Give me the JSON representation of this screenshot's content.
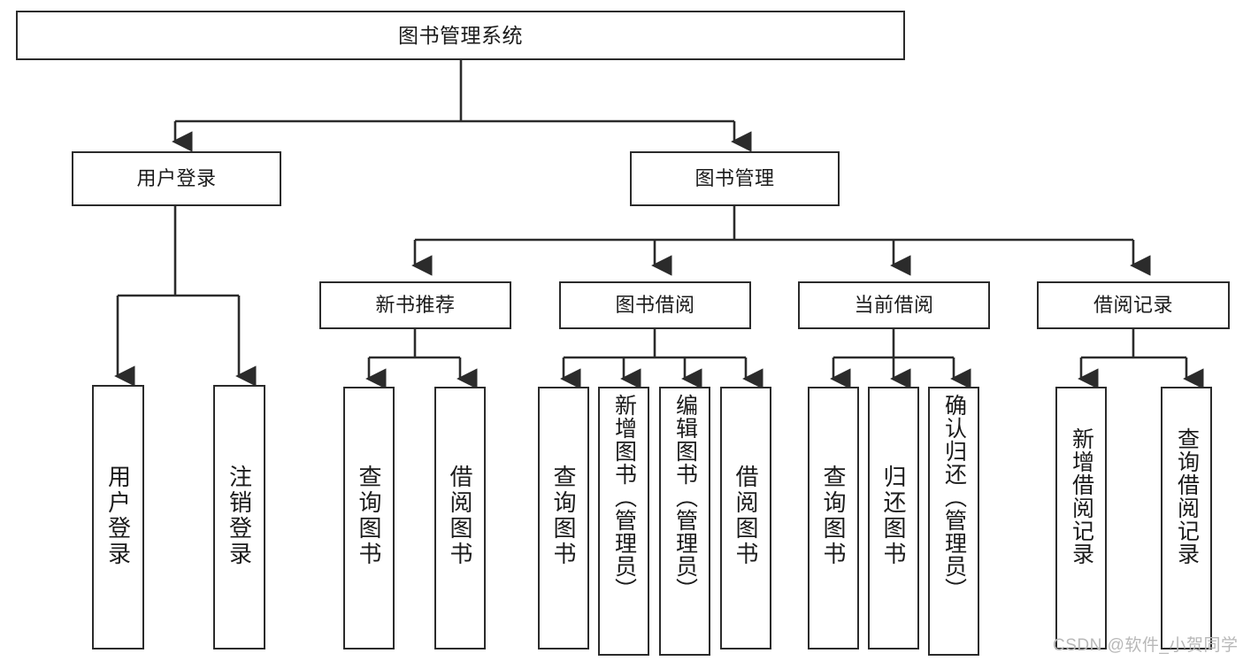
{
  "diagram": {
    "title": "图书管理系统",
    "type": "tree-hierarchy",
    "root": {
      "id": "root",
      "label": "图书管理系统"
    },
    "level2": [
      {
        "id": "user-login",
        "label": "用户登录"
      },
      {
        "id": "book-manage",
        "label": "图书管理"
      }
    ],
    "level3": [
      {
        "id": "new-book-rec",
        "label": "新书推荐",
        "parent": "book-manage"
      },
      {
        "id": "book-borrow",
        "label": "图书借阅",
        "parent": "book-manage"
      },
      {
        "id": "current-borrow",
        "label": "当前借阅",
        "parent": "book-manage"
      },
      {
        "id": "borrow-record",
        "label": "借阅记录",
        "parent": "book-manage"
      }
    ],
    "leaves": [
      {
        "id": "leaf-user-login",
        "label": "用户登录",
        "parent": "user-login"
      },
      {
        "id": "leaf-logout",
        "label": "注销登录",
        "parent": "user-login"
      },
      {
        "id": "leaf-query-book-1",
        "label": "查询图书",
        "parent": "new-book-rec"
      },
      {
        "id": "leaf-borrow-book-1",
        "label": "借阅图书",
        "parent": "new-book-rec"
      },
      {
        "id": "leaf-query-book-2",
        "label": "查询图书",
        "parent": "book-borrow"
      },
      {
        "id": "leaf-add-book",
        "label": "新增图书（管理员）",
        "parent": "book-borrow"
      },
      {
        "id": "leaf-edit-book",
        "label": "编辑图书（管理员）",
        "parent": "book-borrow"
      },
      {
        "id": "leaf-borrow-book-2",
        "label": "借阅图书",
        "parent": "book-borrow"
      },
      {
        "id": "leaf-query-book-3",
        "label": "查询图书",
        "parent": "current-borrow"
      },
      {
        "id": "leaf-return-book",
        "label": "归还图书",
        "parent": "current-borrow"
      },
      {
        "id": "leaf-confirm-return",
        "label": "确认归还（管理员）",
        "parent": "current-borrow"
      },
      {
        "id": "leaf-add-record",
        "label": "新增借阅记录",
        "parent": "borrow-record"
      },
      {
        "id": "leaf-query-record",
        "label": "查询借阅记录",
        "parent": "borrow-record"
      }
    ],
    "watermark": "CSDN @软件_小贺同学",
    "colors": {
      "stroke": "#2b2b2b",
      "background": "#ffffff",
      "text": "#1b1b1b",
      "watermark": "#b8b8b8"
    }
  }
}
